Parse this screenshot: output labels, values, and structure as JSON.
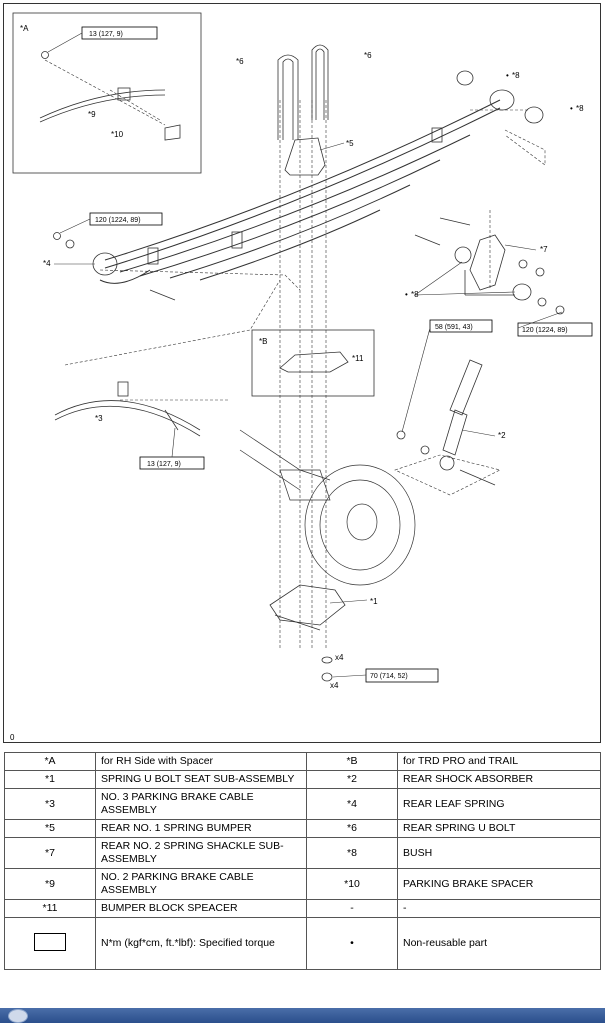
{
  "callouts": {
    "A": "*A",
    "B": "*B",
    "p1": "*1",
    "p2": "*2",
    "p3": "*3",
    "p4": "*4",
    "p5": "*5",
    "p6a": "*6",
    "p6b": "*6",
    "p7": "*7",
    "p8a": "*8",
    "p8b": "*8",
    "p8c": "*8",
    "p9": "*9",
    "p10": "*10",
    "p11": "*11",
    "bullet": "•",
    "x4a": "x4",
    "x4b": "x4",
    "corner": "0"
  },
  "torques": {
    "t13a": "13 (127, 9)",
    "t120a": "120 (1224, 89)",
    "t120b": "120 (1224, 89)",
    "t58": "58 (591, 43)",
    "t13b": "13 (127, 9)",
    "t70": "70 (714, 52)"
  },
  "legend": {
    "rows": [
      {
        "c1": "*A",
        "d1": "for RH Side with Spacer",
        "c2": "*B",
        "d2": "for TRD PRO and TRAIL"
      },
      {
        "c1": "*1",
        "d1": "SPRING U BOLT SEAT SUB-ASSEMBLY",
        "c2": "*2",
        "d2": "REAR SHOCK ABSORBER"
      },
      {
        "c1": "*3",
        "d1": "NO. 3 PARKING BRAKE CABLE ASSEMBLY",
        "c2": "*4",
        "d2": "REAR LEAF SPRING"
      },
      {
        "c1": "*5",
        "d1": "REAR NO. 1 SPRING BUMPER",
        "c2": "*6",
        "d2": "REAR SPRING U BOLT"
      },
      {
        "c1": "*7",
        "d1": "REAR NO. 2 SPRING SHACKLE SUB-ASSEMBLY",
        "c2": "*8",
        "d2": "BUSH"
      },
      {
        "c1": "*9",
        "d1": "NO. 2 PARKING BRAKE CABLE ASSEMBLY",
        "c2": "*10",
        "d2": "PARKING BRAKE SPACER"
      },
      {
        "c1": "*11",
        "d1": "BUMPER BLOCK SPEACER",
        "c2": "-",
        "d2": "-"
      }
    ],
    "torque_desc": "N*m (kgf*cm, ft.*lbf): Specified torque",
    "bullet_symbol": "•",
    "bullet_desc": "Non-reusable part"
  },
  "colors": {
    "line": "#333333",
    "taskbar": "#2b4f8c"
  }
}
